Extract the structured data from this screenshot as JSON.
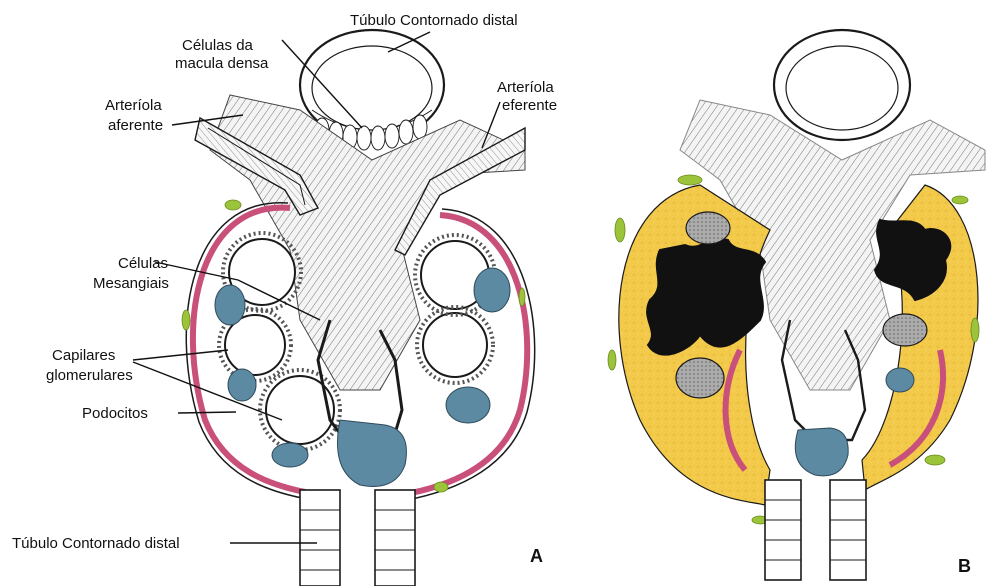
{
  "labels": {
    "tubulo_top": "Túbulo Contornado distal",
    "macula_line1": "Células da",
    "macula_line2": "macula densa",
    "arteriola_aferente_1": "Arteríola",
    "arteriola_aferente_2": "aferente",
    "arteriola_eferente_1": "Arteríola",
    "arteriola_eferente_2": "eferente",
    "mesangiais_1": "Células",
    "mesangiais_2": "Mesangiais",
    "capilares_1": "Capilares",
    "capilares_2": "glomerulares",
    "podocitos": "Podocitos",
    "tubulo_bottom": "Túbulo Contornado distal"
  },
  "panels": {
    "a": "A",
    "b": "B"
  },
  "colors": {
    "outline": "#1a1a1a",
    "capsule_pink": "#c8507a",
    "podocyte_blue": "#5d8aa3",
    "mesangial_fill": "#e9e9e9",
    "bowman_yellow": "#f3c94a",
    "green_cells": "#9bc43a",
    "black_capillary": "#111111"
  }
}
